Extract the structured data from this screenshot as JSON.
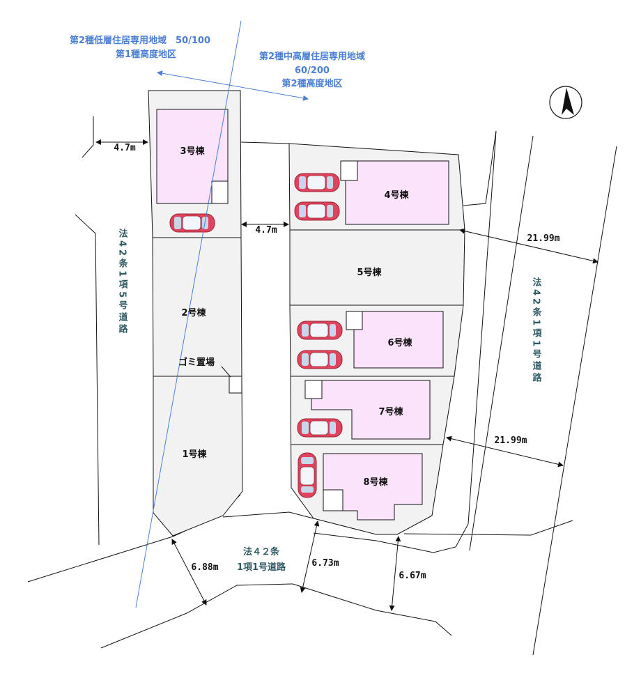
{
  "zoning": {
    "left_line1": "第2種低層住居専用地域　50/100",
    "left_line2": "第1種高度地区",
    "right_line1": "第2種中高層住居専用地域",
    "right_line2": "60/200",
    "right_line3": "第2種高度地区"
  },
  "buildings": {
    "b1": "1号棟",
    "b2": "2号棟",
    "b3": "3号棟",
    "b4": "4号棟",
    "b5": "5号棟",
    "b6": "6号棟",
    "b7": "7号棟",
    "b8": "8号棟"
  },
  "garbage": "ゴミ置場",
  "roads": {
    "left": "法42条1項5号道路",
    "right": "法42条1項1号道路",
    "bottom_line1": "法４２条",
    "bottom_line2": "1項1号道路"
  },
  "dimensions": {
    "d1": "4.7m",
    "d2": "4.7m",
    "d3": "21.99m",
    "d4": "21.99m",
    "d5": "6.88m",
    "d6": "6.73m",
    "d7": "6.67m"
  },
  "colors": {
    "zoning_text": "#4a7fd4",
    "road_text": "#2f5a64",
    "lot_fill": "#f2f2f2",
    "building_fill": "#fbe3fb",
    "car_body": "#e0445c"
  },
  "icons": [
    "north-arrow-icon",
    "car-icon"
  ]
}
